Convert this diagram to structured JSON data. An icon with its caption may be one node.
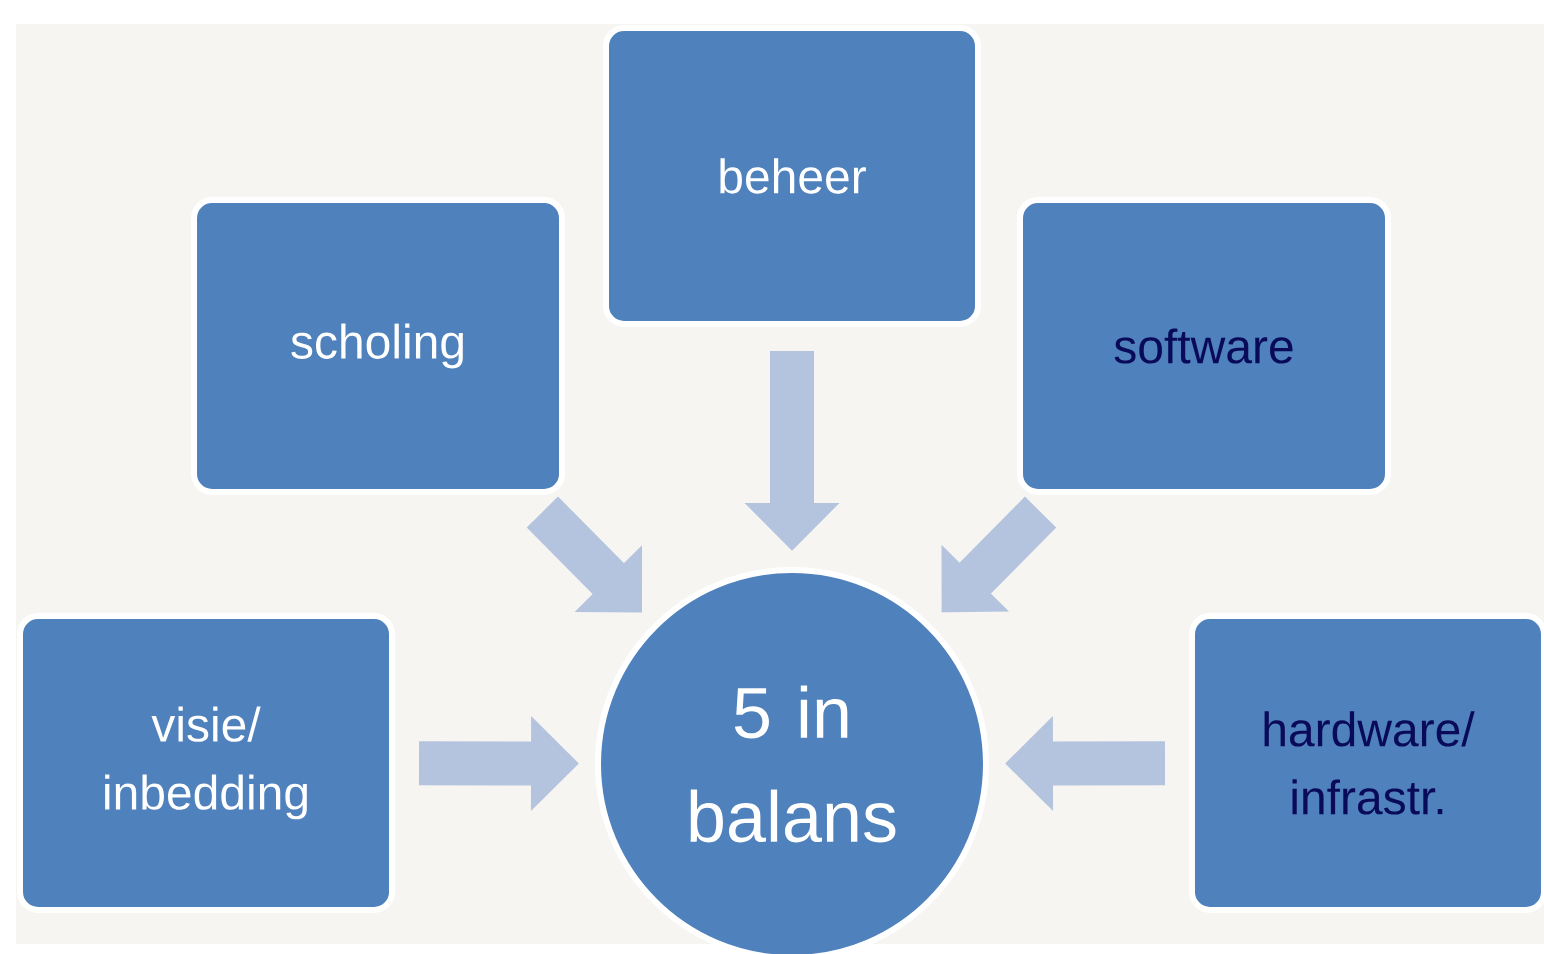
{
  "diagram": {
    "nodes": [
      {
        "text": [
          "scholing"
        ]
      },
      {
        "text": [
          "beheer"
        ]
      },
      {
        "text": [
          "software"
        ]
      },
      {
        "text": [
          "visie/ inbedding"
        ]
      },
      {
        "text": [
          "5 in balans"
        ]
      },
      {
        "text": [
          "hardware/ infrastr."
        ]
      }
    ],
    "edges": [
      {
        "from": 0,
        "to": 4,
        "arrow": "to"
      },
      {
        "from": 1,
        "to": 4,
        "arrow": "to"
      },
      {
        "from": 2,
        "to": 4,
        "arrow": "to"
      },
      {
        "from": 3,
        "to": 4,
        "arrow": "to"
      },
      {
        "from": 5,
        "to": 4,
        "arrow": "to"
      }
    ]
  }
}
